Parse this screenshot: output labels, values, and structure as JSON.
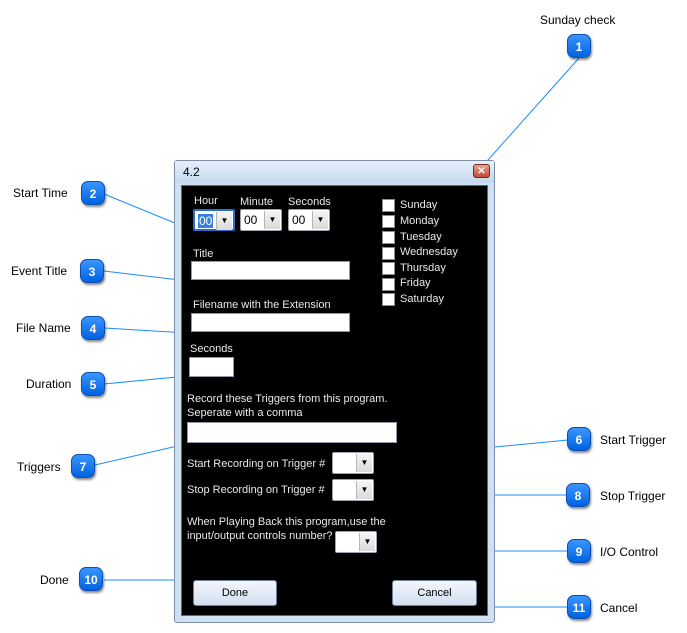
{
  "window": {
    "title": "4.2",
    "close_glyph": "✕"
  },
  "form": {
    "hour_label": "Hour",
    "minute_label": "Minute",
    "seconds_label": "Seconds",
    "hour_value": "00",
    "minute_value": "00",
    "seconds_value": "00",
    "title_label": "Title",
    "title_value": "",
    "filename_label": "Filename with the Extension",
    "filename_value": "",
    "duration_label": "Seconds",
    "duration_value": "",
    "triggers_line1": "Record these Triggers from this program.",
    "triggers_line2": "Seperate with a comma",
    "triggers_value": "",
    "start_trigger_label": "Start Recording on Trigger #",
    "start_trigger_value": "",
    "stop_trigger_label": "Stop Recording on Trigger #",
    "stop_trigger_value": "",
    "io_line1": "When Playing Back this program,use the",
    "io_line2": "input/output controls number?",
    "io_value": "",
    "days": [
      "Sunday",
      "Monday",
      "Tuesday",
      "Wednesday",
      "Thursday",
      "Friday",
      "Saturday"
    ],
    "done_label": "Done",
    "cancel_label": "Cancel",
    "dropdown_glyph": "▼"
  },
  "callouts": [
    {
      "number": "1",
      "label": "Sunday check"
    },
    {
      "number": "2",
      "label": "Start Time"
    },
    {
      "number": "3",
      "label": "Event Title"
    },
    {
      "number": "4",
      "label": "File Name"
    },
    {
      "number": "5",
      "label": "Duration"
    },
    {
      "number": "6",
      "label": "Start Trigger"
    },
    {
      "number": "7",
      "label": "Triggers"
    },
    {
      "number": "8",
      "label": "Stop Trigger"
    },
    {
      "number": "9",
      "label": "I/O Control"
    },
    {
      "number": "10",
      "label": "Done"
    },
    {
      "number": "11",
      "label": "Cancel"
    }
  ],
  "colors": {
    "badge": "#1f7ef5",
    "leader_line": "#1a8cff",
    "dialog_background": "#000000"
  }
}
